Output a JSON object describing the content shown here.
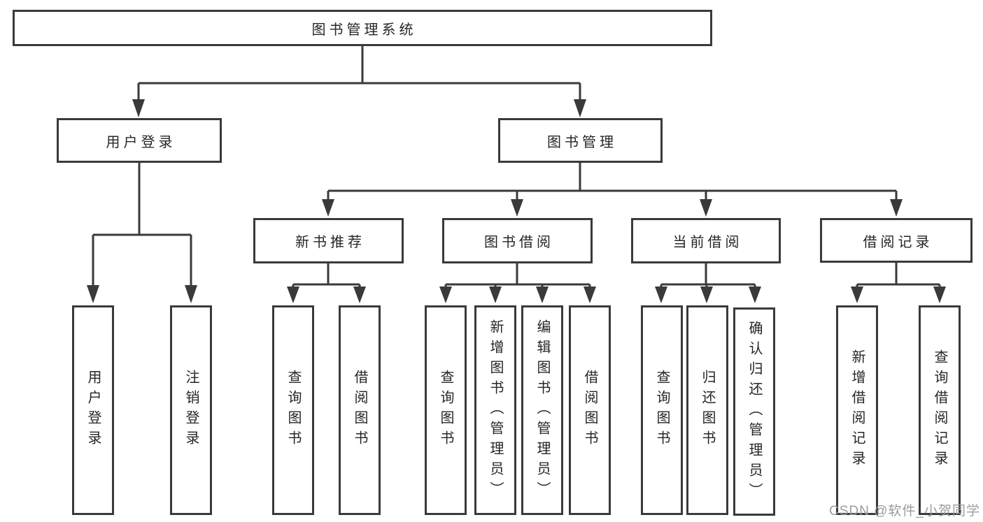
{
  "diagram": {
    "type": "hierarchy-tree",
    "colors": {
      "line": "#3a3a3a",
      "box_border": "#3a3a3a",
      "box_fill": "#ffffff",
      "text": "#262626",
      "watermark": "#9b9b9b",
      "background": "#ffffff"
    },
    "root": {
      "label": "图书管理系统"
    },
    "branches": [
      {
        "label": "用户登录",
        "children": [
          {
            "label": "用户登录"
          },
          {
            "label": "注销登录"
          }
        ]
      },
      {
        "label": "图书管理",
        "children": [
          {
            "label": "新书推荐",
            "children": [
              {
                "label": "查询图书"
              },
              {
                "label": "借阅图书"
              }
            ]
          },
          {
            "label": "图书借阅",
            "children": [
              {
                "label": "查询图书"
              },
              {
                "label": "新增图书（管理员）"
              },
              {
                "label": "编辑图书（管理员）"
              },
              {
                "label": "借阅图书"
              }
            ]
          },
          {
            "label": "当前借阅",
            "children": [
              {
                "label": "查询图书"
              },
              {
                "label": "归还图书"
              },
              {
                "label": "确认归还（管理员）"
              }
            ]
          },
          {
            "label": "借阅记录",
            "children": [
              {
                "label": "新增借阅记录"
              },
              {
                "label": "查询借阅记录"
              }
            ]
          }
        ]
      }
    ],
    "watermark": "CSDN @软件_小贺同学"
  }
}
